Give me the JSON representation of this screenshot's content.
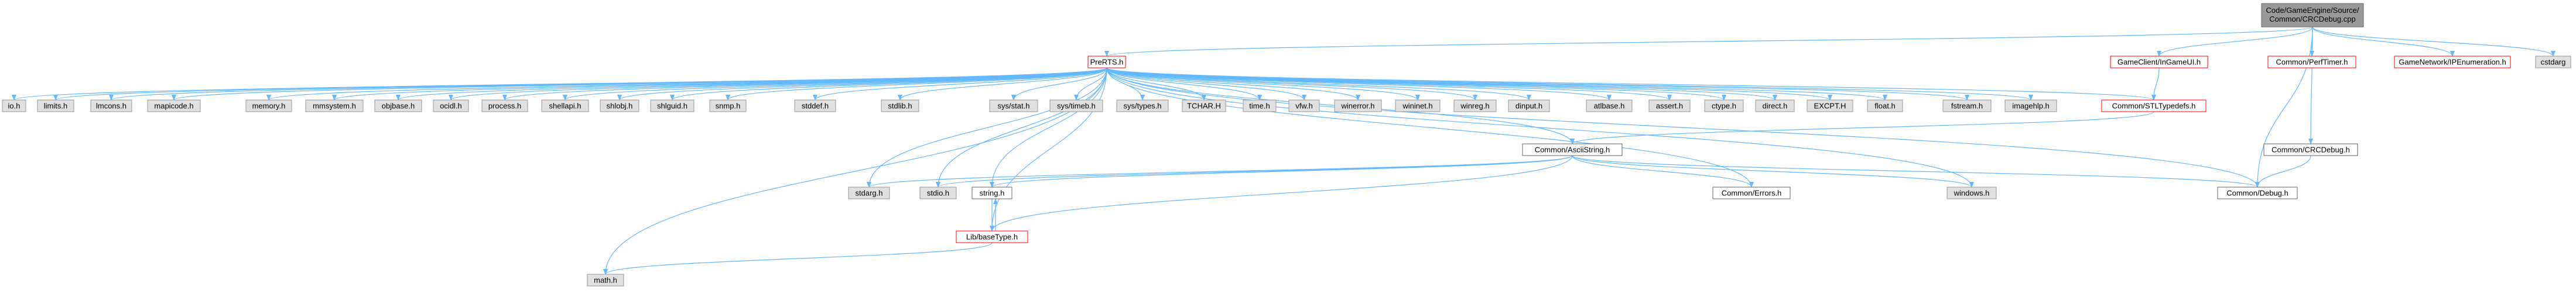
{
  "colors": {
    "edge": "#63b8ff",
    "root_fill": "#999999",
    "root_border": "#666666",
    "red_border": "#ff0000",
    "white_fill": "#ffffff",
    "gray_fill": "#e0e0e0",
    "gray_border": "#999999"
  },
  "nodes": [
    {
      "id": "root",
      "label": "Code/GameEngine/Source/Common/CRCDebug.cpp",
      "style": "root"
    },
    {
      "id": "prerts",
      "label": "PreRTS.h",
      "style": "red"
    },
    {
      "id": "ingameui",
      "label": "GameClient/InGameUI.h",
      "style": "red"
    },
    {
      "id": "perftimer",
      "label": "Common/PerfTimer.h",
      "style": "red"
    },
    {
      "id": "ipenum",
      "label": "GameNetwork/IPEnumeration.h",
      "style": "red"
    },
    {
      "id": "cstdarg",
      "label": "cstdarg",
      "style": "gray"
    },
    {
      "id": "io",
      "label": "io.h",
      "style": "gray"
    },
    {
      "id": "limits",
      "label": "limits.h",
      "style": "gray"
    },
    {
      "id": "lmcons",
      "label": "lmcons.h",
      "style": "gray"
    },
    {
      "id": "mapicode",
      "label": "mapicode.h",
      "style": "gray"
    },
    {
      "id": "memory",
      "label": "memory.h",
      "style": "gray"
    },
    {
      "id": "mmsystem",
      "label": "mmsystem.h",
      "style": "gray"
    },
    {
      "id": "objbase",
      "label": "objbase.h",
      "style": "gray"
    },
    {
      "id": "ocidl",
      "label": "ocidl.h",
      "style": "gray"
    },
    {
      "id": "process",
      "label": "process.h",
      "style": "gray"
    },
    {
      "id": "shellapi",
      "label": "shellapi.h",
      "style": "gray"
    },
    {
      "id": "shlobj",
      "label": "shlobj.h",
      "style": "gray"
    },
    {
      "id": "shlguid",
      "label": "shlguid.h",
      "style": "gray"
    },
    {
      "id": "snmp",
      "label": "snmp.h",
      "style": "gray"
    },
    {
      "id": "stddef",
      "label": "stddef.h",
      "style": "gray"
    },
    {
      "id": "stdlib",
      "label": "stdlib.h",
      "style": "gray"
    },
    {
      "id": "sysstat",
      "label": "sys/stat.h",
      "style": "gray"
    },
    {
      "id": "systimeb",
      "label": "sys/timeb.h",
      "style": "gray"
    },
    {
      "id": "systypes",
      "label": "sys/types.h",
      "style": "gray"
    },
    {
      "id": "tchar",
      "label": "TCHAR.H",
      "style": "gray"
    },
    {
      "id": "time",
      "label": "time.h",
      "style": "gray"
    },
    {
      "id": "vfw",
      "label": "vfw.h",
      "style": "gray"
    },
    {
      "id": "winerror",
      "label": "winerror.h",
      "style": "gray"
    },
    {
      "id": "wininet",
      "label": "wininet.h",
      "style": "gray"
    },
    {
      "id": "winreg",
      "label": "winreg.h",
      "style": "gray"
    },
    {
      "id": "dinput",
      "label": "dinput.h",
      "style": "gray"
    },
    {
      "id": "atlbase",
      "label": "atlbase.h",
      "style": "gray"
    },
    {
      "id": "assert",
      "label": "assert.h",
      "style": "gray"
    },
    {
      "id": "ctype",
      "label": "ctype.h",
      "style": "gray"
    },
    {
      "id": "direct",
      "label": "direct.h",
      "style": "gray"
    },
    {
      "id": "excpt",
      "label": "EXCPT.H",
      "style": "gray"
    },
    {
      "id": "float",
      "label": "float.h",
      "style": "gray"
    },
    {
      "id": "fstream",
      "label": "fstream.h",
      "style": "gray"
    },
    {
      "id": "imagehlp",
      "label": "imagehlp.h",
      "style": "gray"
    },
    {
      "id": "stlt",
      "label": "Common/STLTypedefs.h",
      "style": "red"
    },
    {
      "id": "crcdebugh",
      "label": "Common/CRCDebug.h",
      "style": "white"
    },
    {
      "id": "ascii",
      "label": "Common/AsciiString.h",
      "style": "white"
    },
    {
      "id": "stdarg",
      "label": "stdarg.h",
      "style": "gray"
    },
    {
      "id": "stdio",
      "label": "stdio.h",
      "style": "gray"
    },
    {
      "id": "string",
      "label": "string.h",
      "style": "white"
    },
    {
      "id": "errors",
      "label": "Common/Errors.h",
      "style": "white"
    },
    {
      "id": "windows",
      "label": "windows.h",
      "style": "gray"
    },
    {
      "id": "debug",
      "label": "Common/Debug.h",
      "style": "white"
    },
    {
      "id": "lib",
      "label": "Lib/baseType.h",
      "style": "red"
    },
    {
      "id": "math",
      "label": "math.h",
      "style": "gray"
    }
  ],
  "edges": [
    [
      "root",
      "prerts"
    ],
    [
      "root",
      "ingameui"
    ],
    [
      "root",
      "perftimer"
    ],
    [
      "root",
      "ipenum"
    ],
    [
      "root",
      "cstdarg"
    ],
    [
      "root",
      "crcdebugh"
    ],
    [
      "root",
      "debug"
    ],
    [
      "ingameui",
      "stlt"
    ],
    [
      "prerts",
      "io"
    ],
    [
      "prerts",
      "limits"
    ],
    [
      "prerts",
      "lmcons"
    ],
    [
      "prerts",
      "mapicode"
    ],
    [
      "prerts",
      "memory"
    ],
    [
      "prerts",
      "mmsystem"
    ],
    [
      "prerts",
      "objbase"
    ],
    [
      "prerts",
      "ocidl"
    ],
    [
      "prerts",
      "process"
    ],
    [
      "prerts",
      "shellapi"
    ],
    [
      "prerts",
      "shlobj"
    ],
    [
      "prerts",
      "shlguid"
    ],
    [
      "prerts",
      "snmp"
    ],
    [
      "prerts",
      "stddef"
    ],
    [
      "prerts",
      "stdlib"
    ],
    [
      "prerts",
      "sysstat"
    ],
    [
      "prerts",
      "systimeb"
    ],
    [
      "prerts",
      "systypes"
    ],
    [
      "prerts",
      "tchar"
    ],
    [
      "prerts",
      "time"
    ],
    [
      "prerts",
      "vfw"
    ],
    [
      "prerts",
      "winerror"
    ],
    [
      "prerts",
      "wininet"
    ],
    [
      "prerts",
      "winreg"
    ],
    [
      "prerts",
      "dinput"
    ],
    [
      "prerts",
      "atlbase"
    ],
    [
      "prerts",
      "assert"
    ],
    [
      "prerts",
      "ctype"
    ],
    [
      "prerts",
      "direct"
    ],
    [
      "prerts",
      "excpt"
    ],
    [
      "prerts",
      "float"
    ],
    [
      "prerts",
      "fstream"
    ],
    [
      "prerts",
      "imagehlp"
    ],
    [
      "prerts",
      "stlt"
    ],
    [
      "prerts",
      "ascii"
    ],
    [
      "prerts",
      "stdarg"
    ],
    [
      "prerts",
      "stdio"
    ],
    [
      "prerts",
      "string"
    ],
    [
      "prerts",
      "errors"
    ],
    [
      "prerts",
      "windows"
    ],
    [
      "prerts",
      "debug"
    ],
    [
      "prerts",
      "lib"
    ],
    [
      "prerts",
      "math"
    ],
    [
      "stlt",
      "ascii"
    ],
    [
      "crcdebugh",
      "debug"
    ],
    [
      "ascii",
      "stdarg"
    ],
    [
      "ascii",
      "stdio"
    ],
    [
      "ascii",
      "string"
    ],
    [
      "ascii",
      "errors"
    ],
    [
      "ascii",
      "windows"
    ],
    [
      "ascii",
      "debug"
    ],
    [
      "ascii",
      "lib"
    ],
    [
      "lib",
      "string"
    ],
    [
      "string",
      "lib"
    ],
    [
      "lib",
      "math"
    ]
  ]
}
